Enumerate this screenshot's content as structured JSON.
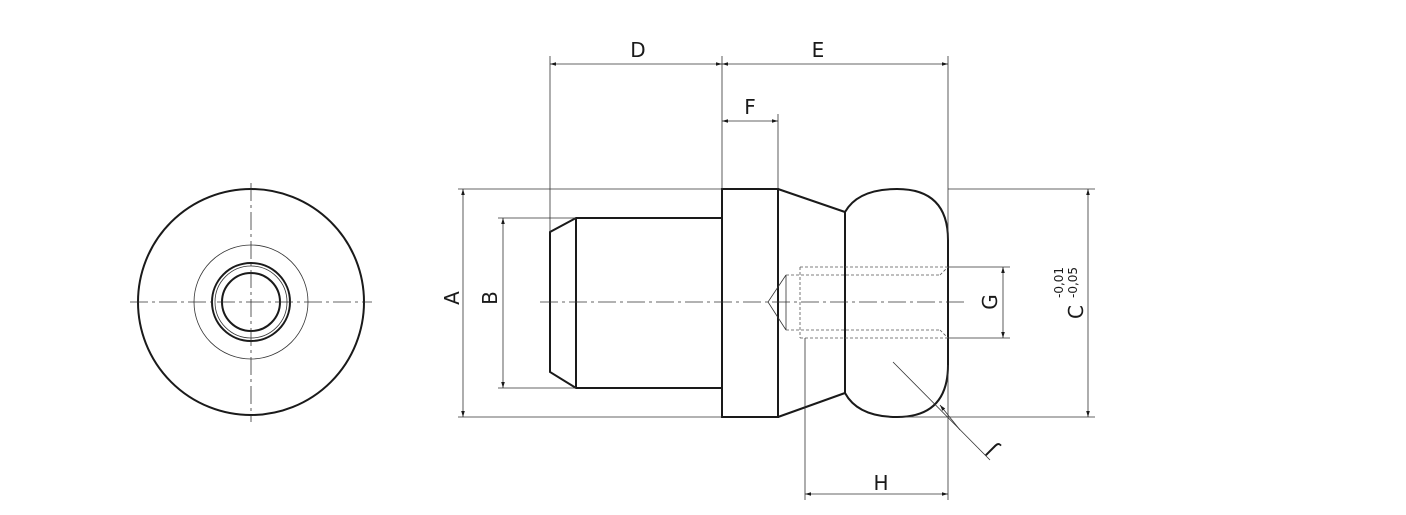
{
  "dimensions": {
    "A": "A",
    "B": "B",
    "C": "C",
    "C_upper_tolerance": "-0,01",
    "C_lower_tolerance": "-0,05",
    "D": "D",
    "E": "E",
    "F": "F",
    "G": "G",
    "H": "H",
    "J": "J"
  }
}
